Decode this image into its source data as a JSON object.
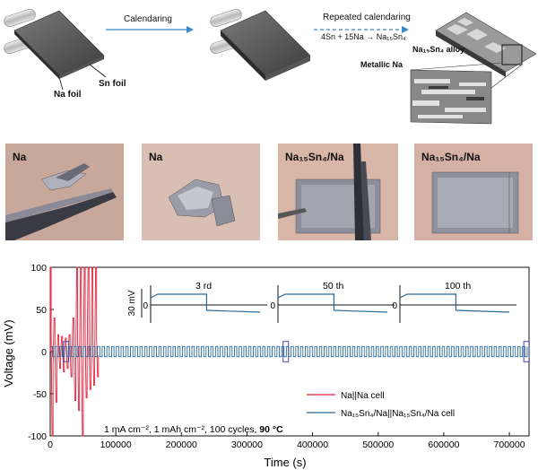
{
  "schematic": {
    "step1_label": "Calendaring",
    "step2_label": "Repeated calendaring",
    "reaction": "4Sn + 15Na → Na₁₅Sn₄",
    "na_foil": "Na foil",
    "sn_foil": "Sn foil",
    "alloy_label": "Na₁₅Sn₄ alloy",
    "metallic_na": "Metallic Na"
  },
  "photos": [
    {
      "caption": "Na",
      "bg": "#c8a89a"
    },
    {
      "caption": "Na",
      "bg": "#d9bfb3"
    },
    {
      "caption": "Na₁₅Sn₄/Na",
      "bg": "#d8b6a8"
    },
    {
      "caption": "Na₁₅Sn₄/Na",
      "bg": "#d4b1a4"
    }
  ],
  "colors": {
    "na_cell": "#e0203a",
    "alloy_cell": "#2a6a9a",
    "inset_box": "#4a4aa0"
  },
  "chart_data": {
    "type": "line",
    "xlabel": "Time (s)",
    "ylabel": "Voltage (mV)",
    "xlim": [
      0,
      730000
    ],
    "ylim": [
      -100,
      100
    ],
    "xticks": [
      0,
      100000,
      200000,
      300000,
      400000,
      500000,
      600000,
      700000
    ],
    "xtick_labels": [
      "0",
      "100000",
      "200000",
      "300000",
      "400000",
      "500000",
      "600000",
      "700000"
    ],
    "yticks": [
      -100,
      -50,
      0,
      50,
      100
    ],
    "ytick_labels": [
      "-100",
      "-50",
      "0",
      "50",
      "100"
    ],
    "series": [
      {
        "name": "Na||Na cell",
        "approx_end_time_s": 75000,
        "amplitude_mV_range": [
          15,
          100
        ]
      },
      {
        "name": "Na₁₅Sn₄/Na||Na₁₅Sn₄/Na cell",
        "approx_end_time_s": 720000,
        "amplitude_mV": 6
      }
    ],
    "conditions": "1 mA cm⁻², 1 mAh cm⁻², 100 cycles, ",
    "temperature": "90 °C",
    "inset": {
      "scale_label": "30 mV",
      "zero_label": "0",
      "panels": [
        "3 rd",
        "50 th",
        "100 th"
      ]
    }
  }
}
